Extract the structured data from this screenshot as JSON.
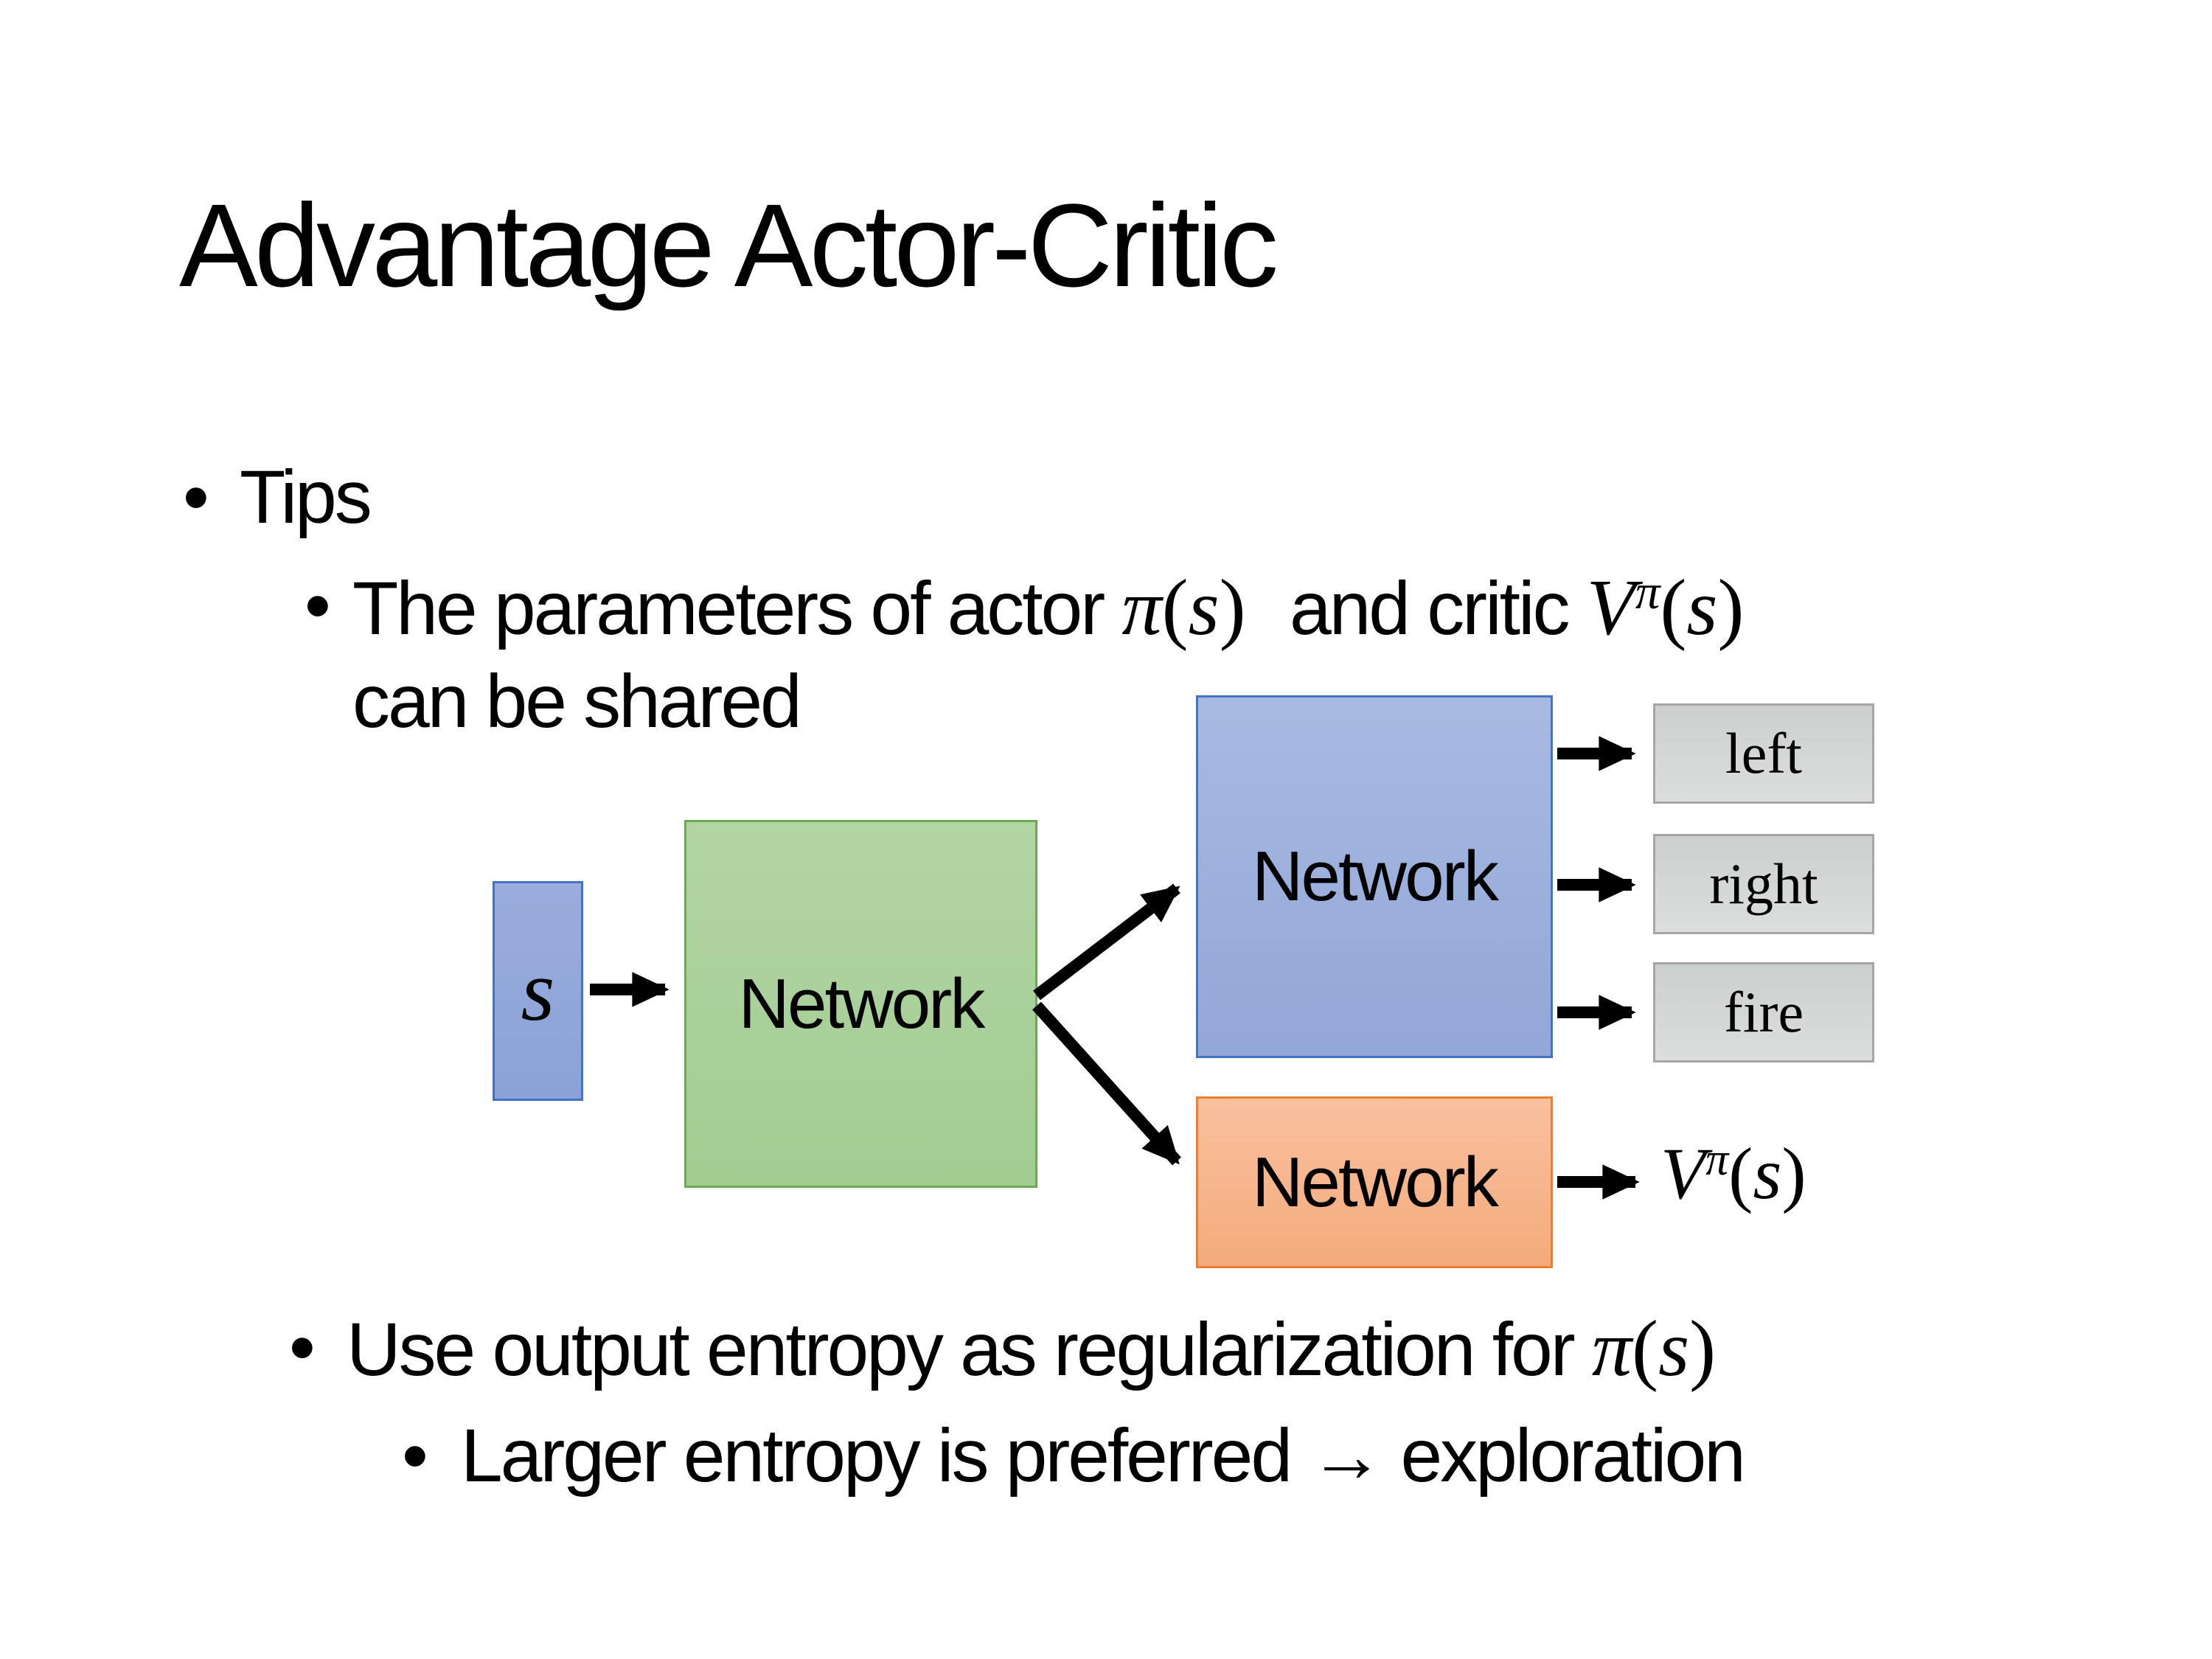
{
  "slide_title": "Advantage Actor-Critic",
  "bullet_char": "•",
  "bullets": {
    "tips": "Tips",
    "shared_prefix": "The parameters of actor ",
    "shared_mid": " and critic ",
    "shared_line2": "can be shared",
    "entropy_prefix": "Use output entropy as regularization for ",
    "exploration": "Larger entropy is preferred → exploration"
  },
  "math": {
    "pi": "π",
    "s": "s",
    "V": "V",
    "lparen": "(",
    "rparen": ")"
  },
  "diagram": {
    "state_label": "s",
    "shared_network": "Network",
    "actor_network": "Network",
    "critic_network": "Network",
    "actions": [
      "left",
      "right",
      "fire"
    ],
    "colors": {
      "state_fill": "#97ABDC",
      "state_border": "#4472C4",
      "shared_fill": "#ACD29F",
      "shared_border": "#6AAB52",
      "actor_fill": "#9DB1DE",
      "actor_border": "#4472C4",
      "critic_fill": "#F8B48D",
      "critic_border": "#ED7D31",
      "action_fill": "#D6D8D7",
      "action_border": "#A6A6A6",
      "arrow": "#000000",
      "text": "#000000",
      "background": "#FFFFFF"
    }
  }
}
